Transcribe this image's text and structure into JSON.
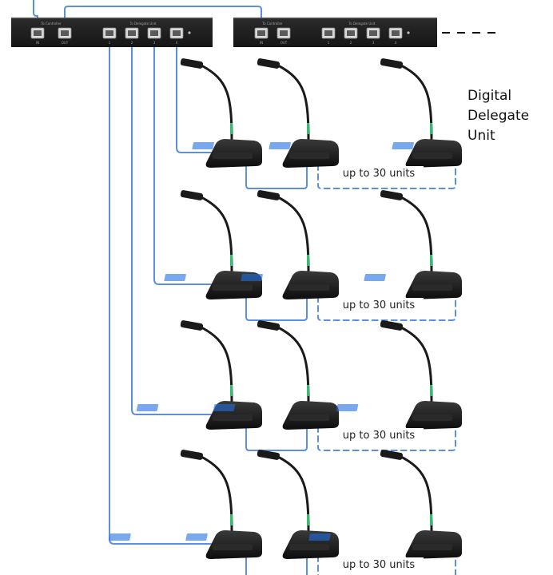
{
  "chassis": [
    {
      "section_labels": [
        "To Controller",
        "To Delegate Unit"
      ],
      "port_labels": [
        "IN",
        "OUT",
        "1",
        "2",
        "3",
        "4"
      ]
    },
    {
      "section_labels": [
        "To Controller",
        "To Delegate Unit"
      ],
      "port_labels": [
        "IN",
        "OUT",
        "1",
        "2",
        "3",
        "4"
      ]
    }
  ],
  "side_label": [
    "Digital",
    "Delegate",
    "Unit"
  ],
  "chain_label": "up to 30 units",
  "rows": 4,
  "units_per_row": 3,
  "cable_color": "#5b8fe0",
  "device_color": "#1a1a1a"
}
